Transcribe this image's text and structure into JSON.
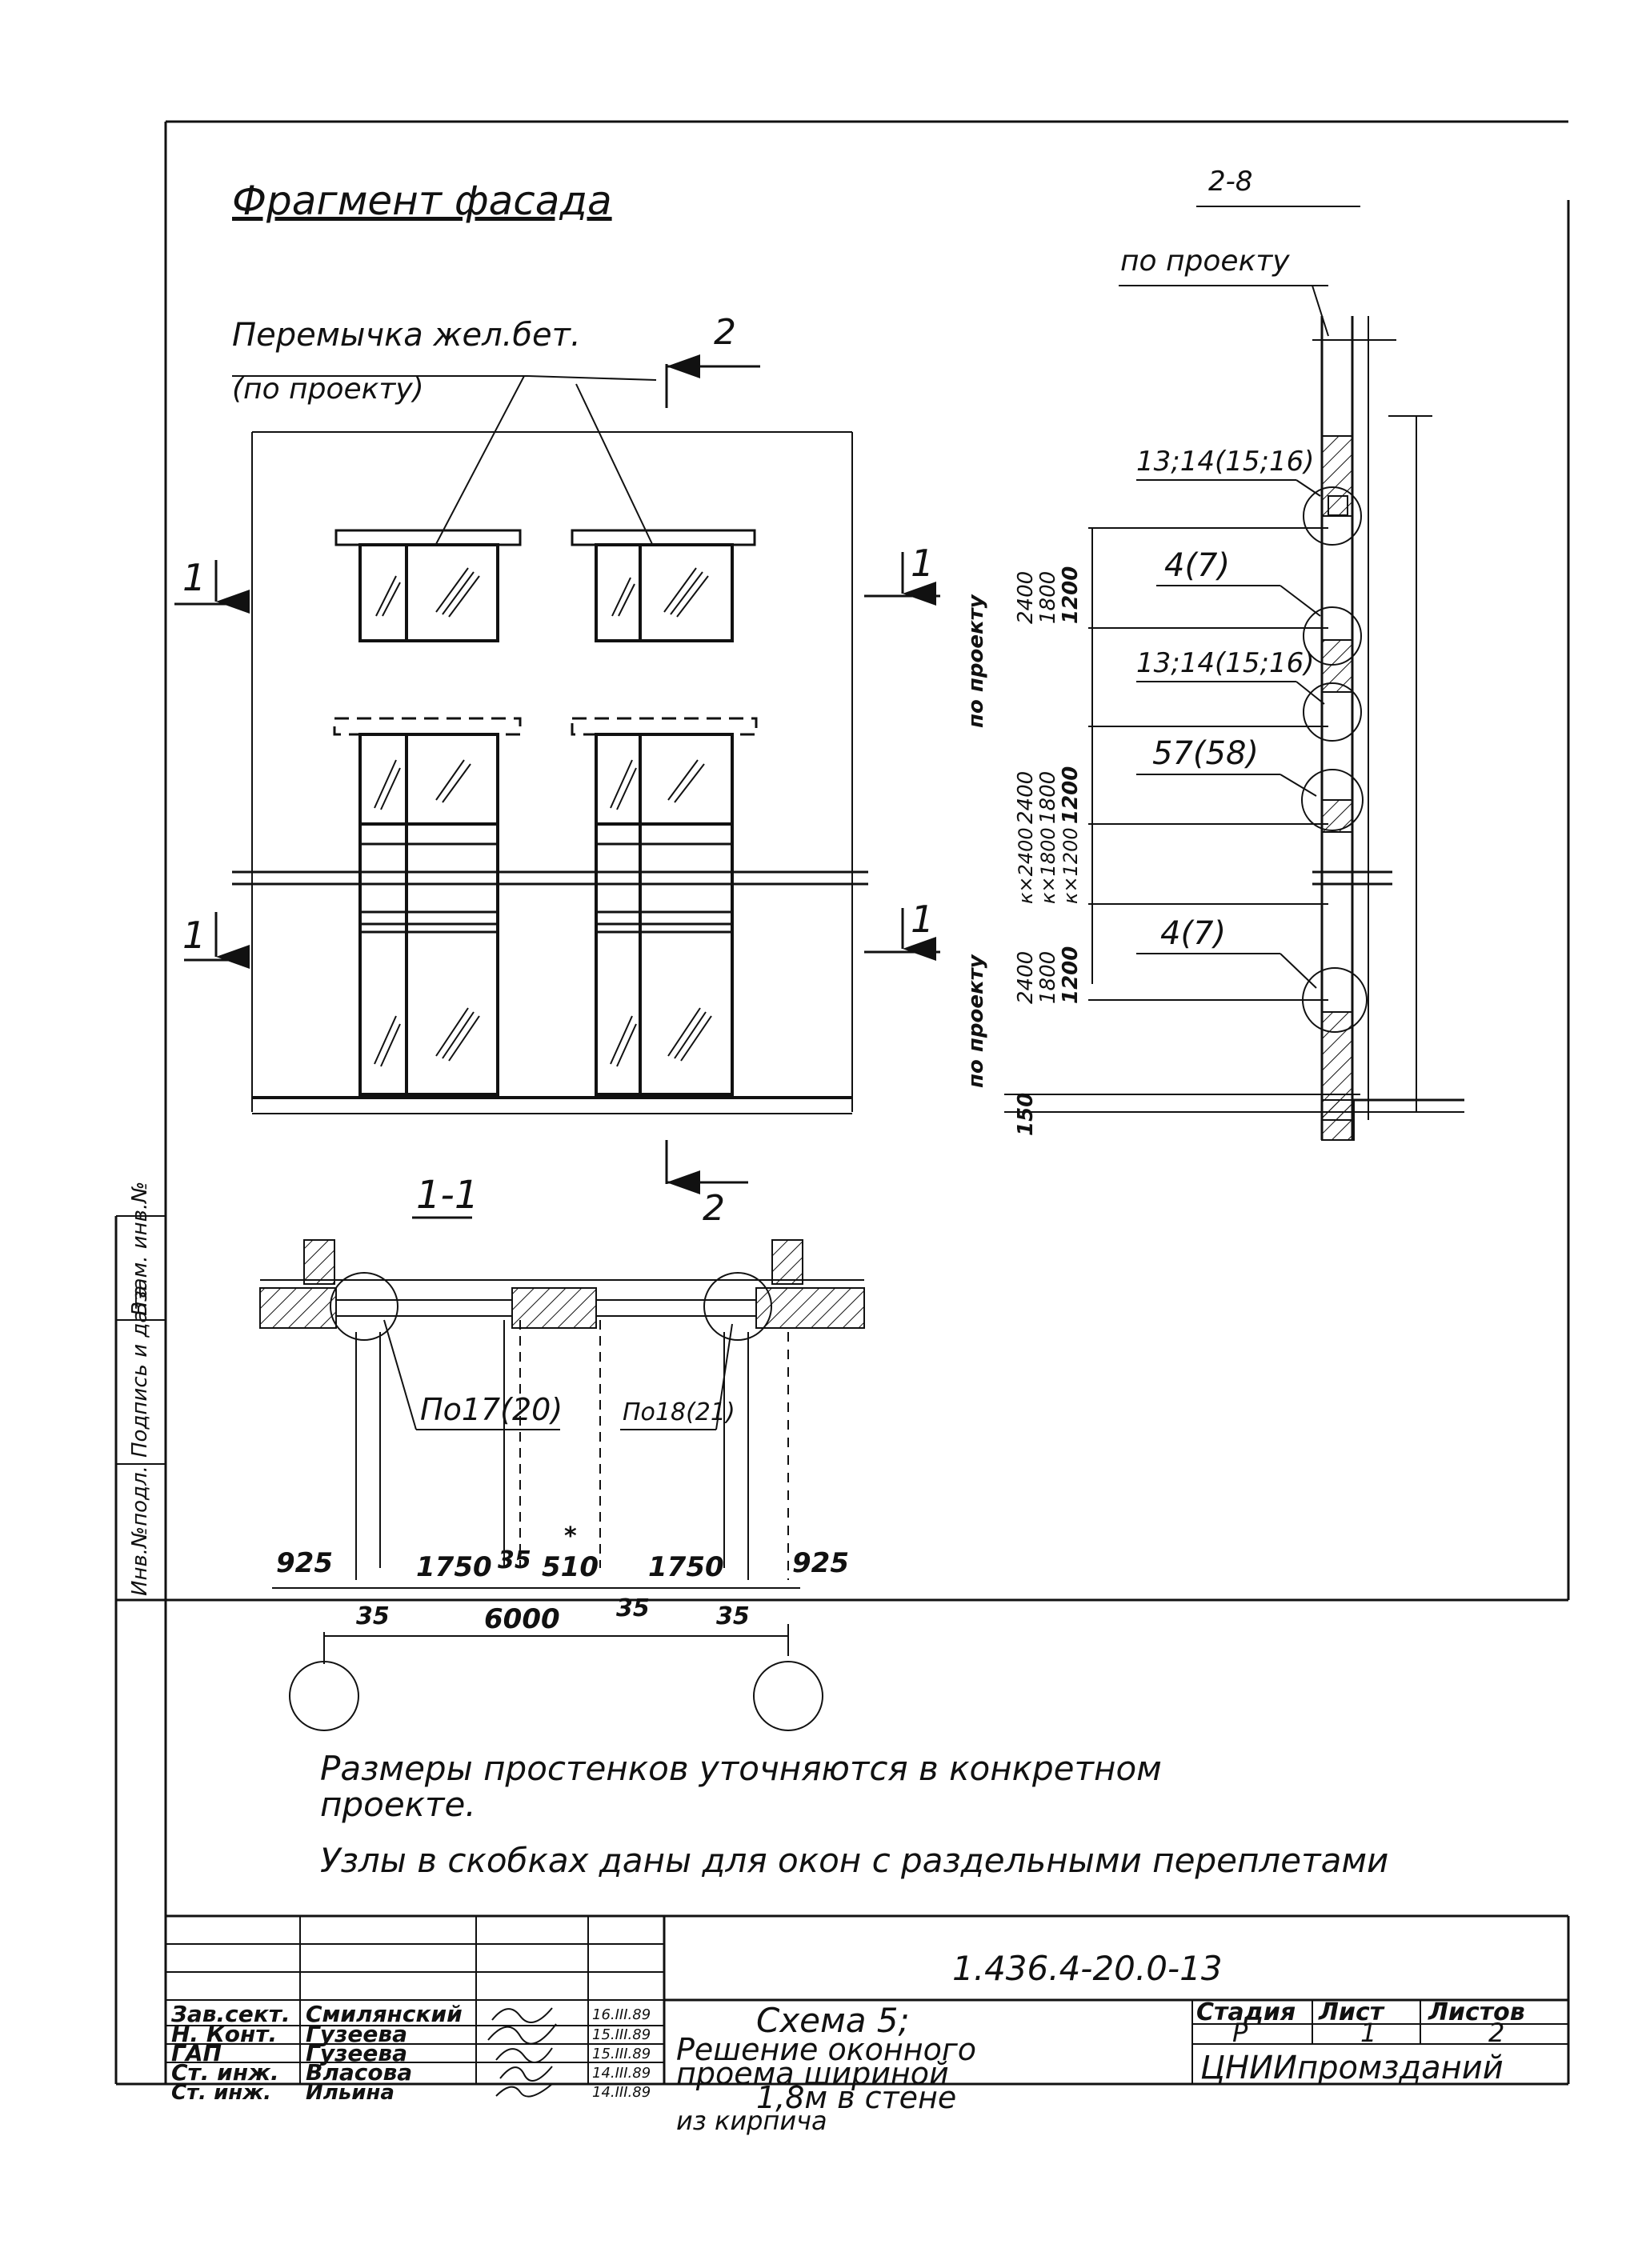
{
  "sheet": {
    "page_mark": "2-8",
    "title": "Фрагмент фасада",
    "labels": {
      "lintel": "Перемычка жел.бет.",
      "lintel_note": "(по проекту)",
      "section_22": "2",
      "section_22_bottom": "2",
      "cut_11": "1",
      "section_title": "1-1",
      "by_project_top": "по проекту",
      "by_project_v1": "по проекту",
      "by_project_v2": "по проекту"
    },
    "side_callouts": [
      "13;14(15;16)",
      "4(7)",
      "13;14(15;16)",
      "57(58)",
      "4(7)"
    ],
    "side_dims": {
      "g1": [
        "2400",
        "1800",
        "1200"
      ],
      "g2": [
        "2400",
        "1800",
        "1200"
      ],
      "g3": [
        "к×2400",
        "к×1800",
        "к×1200"
      ],
      "g4": [
        "2400",
        "1800",
        "1200"
      ],
      "base": "150"
    },
    "plan_callouts": [
      "По17(20)",
      "По18(21)"
    ],
    "plan_dims": {
      "d1": "925",
      "d2": "1750",
      "d3": "35",
      "d4": "510",
      "star": "*",
      "d5": "1750",
      "d6": "925",
      "d7": "35",
      "d8": "35",
      "d9": "35",
      "total": "6000"
    },
    "notes": [
      "Размеры простенков уточняются в конкретном",
      "проекте.",
      "Узлы в скобках даны для окон с раздельными переплетами"
    ],
    "left_margin": [
      "Инв.№подл.",
      "Подпись и дата",
      "Взам. инв.№"
    ]
  },
  "title_block": {
    "code": "1.436.4-20.0-13",
    "roles": [
      "Зав.сект.",
      "Н. Конт.",
      "ГАП",
      "Ст. инж.",
      "Ст. инж."
    ],
    "names": [
      "Смилянский",
      "Гузеева",
      "Гузеева",
      "Власова",
      "Ильина"
    ],
    "dates": [
      "16.III.89",
      "15.III.89",
      "15.III.89",
      "14.III.89",
      "14.III.89"
    ],
    "description": [
      "Схема 5;",
      "Решение оконного",
      "проема шириной",
      "1,8м в стене",
      "из кирпича"
    ],
    "stage_label": "Стадия",
    "sheet_label": "Лист",
    "sheets_label": "Листов",
    "stage": "Р",
    "sheet": "1",
    "sheets": "2",
    "organization": "ЦНИИпромзданий"
  }
}
